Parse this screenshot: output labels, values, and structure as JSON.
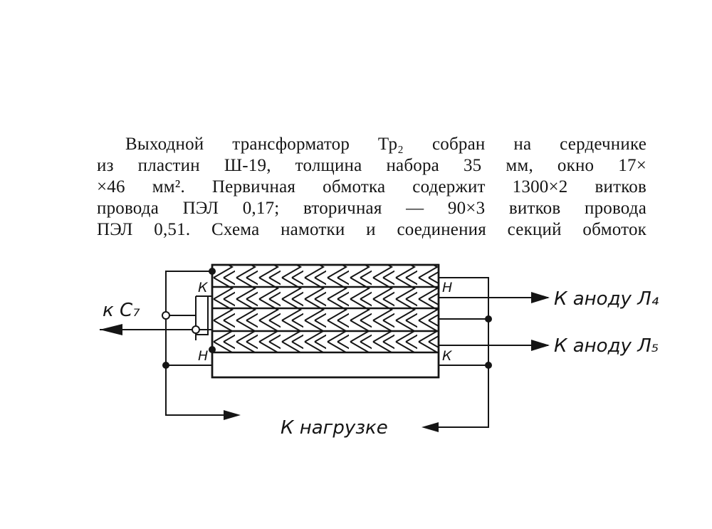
{
  "paragraph": {
    "lines": [
      "Выходной трансформатор Тр₂ собран на сердечнике",
      "из пластин Ш-19, толщина набора 35 мм, окно 17×",
      "×46 мм². Первичная обмотка содержит 1300×2 витков",
      "провода ПЭЛ 0,17; вторичная — 90×3 витков провода",
      "ПЭЛ 0,51. Схема намотки и соединения секций обмоток"
    ]
  },
  "diagram": {
    "labels": {
      "to_c7": "к С₇",
      "to_anode_l4": "К аноду Л₄",
      "to_anode_l5": "К аноду Л₅",
      "to_load": "К нагрузке"
    },
    "winding_marks": {
      "left_top": "К",
      "left_bottom": "Н",
      "right_top": "Н",
      "right_bottom": "К"
    }
  }
}
